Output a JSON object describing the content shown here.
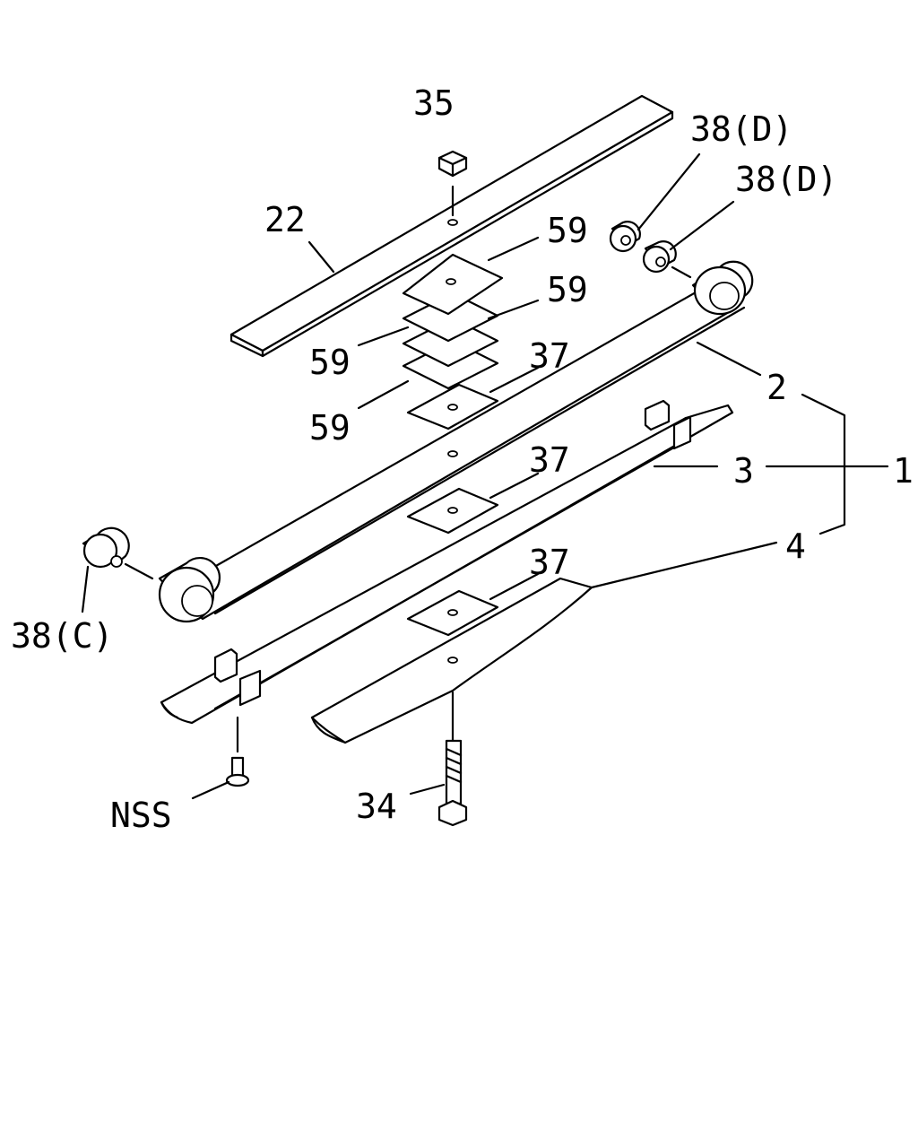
{
  "labels": {
    "p35": "35",
    "p22": "22",
    "p38d_1": "38(D)",
    "p38d_2": "38(D)",
    "p59_a": "59",
    "p59_b": "59",
    "p59_c": "59",
    "p59_d": "59",
    "p37_a": "37",
    "p37_b": "37",
    "p37_c": "37",
    "p2": "2",
    "p3": "3",
    "p1": "1",
    "p4": "4",
    "p38c": "38(C)",
    "nss": "NSS",
    "p34": "34"
  }
}
